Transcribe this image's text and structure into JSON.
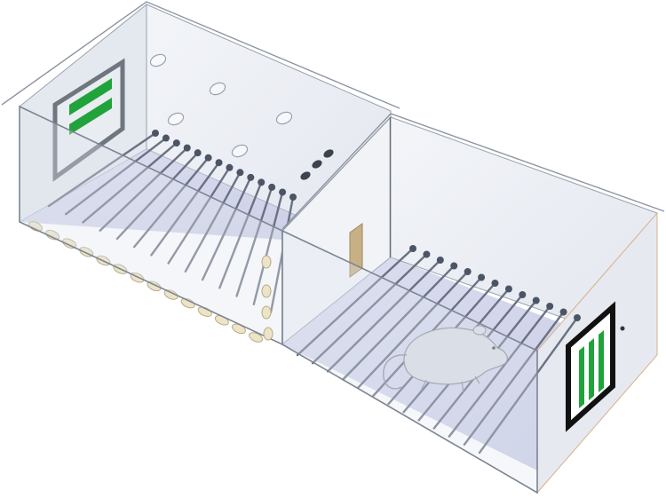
{
  "figure": {
    "left_compartment": {
      "display_stimulus": "horizontal-bars",
      "bar_count": 2,
      "grid_rod_count": 14,
      "floor_led_count": 14
    },
    "right_compartment": {
      "display_stimulus": "vertical-bars",
      "bar_count": 3,
      "grid_rod_count": 13
    },
    "connecting_door": "open",
    "subject": "mouse",
    "colors": {
      "stimulus_green": "#1fa33a",
      "wall_fill": "#e9edf4",
      "floor_fill": "#c9cde6",
      "rod": "#6a7282",
      "rod_cap": "#4b5566",
      "door": "#c7b184",
      "monitor_frame": "#111111"
    }
  }
}
